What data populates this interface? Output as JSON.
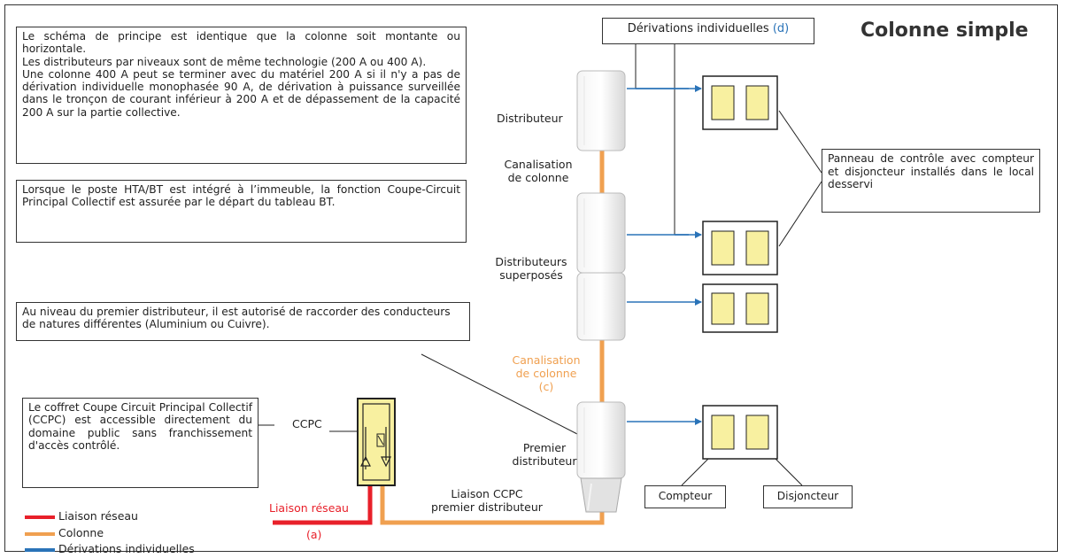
{
  "title": "Colonne simple",
  "notes": {
    "principle": "Le schéma de principe est identique que la colonne soit montante ou horizontale.\nLes distributeurs par niveaux sont de même technologie (200 A ou 400 A).\nUne colonne 400 A peut se terminer avec du matériel 200 A si il n'y a pas de dérivation individuelle monophasée 90 A, de dérivation à puissance surveillée dans le tronçon de courant inférieur à 200 A et de dépassement de la capacité 200 A sur la partie collective.",
    "hta": "Lorsque le poste HTA/BT est intégré à l’immeuble, la fonction Coupe-Circuit Principal Collectif est assurée par le départ du tableau BT.",
    "first_distributor": "Au niveau du premier distributeur, il est autorisé de raccorder des conducteurs de natures différentes (Aluminium ou Cuivre).",
    "ccpc": "Le coffret Coupe Circuit Principal Collectif (CCPC) est accessible directement du domaine public sans franchissement d'accès contrôlé."
  },
  "labels": {
    "derivations_text": "Dérivations individuelles",
    "derivations_ref": "(d)",
    "distributeur": "Distributeur",
    "canalisation_top": "Canalisation\nde colonne",
    "distributeurs_superposes": "Distributeurs\nsuperposés",
    "canalisation_mid": "Canalisation\nde colonne\n(c)",
    "premier_distributeur": "Premier\ndistributeur",
    "ccpc": "CCPC",
    "liaison_ccpc": "Liaison CCPC\npremier distributeur",
    "liaison_reseau": "Liaison réseau",
    "liaison_reseau_ref": "(a)",
    "panneau": "Panneau de contrôle avec compteur et disjoncteur installés dans le local desservi",
    "compteur": "Compteur",
    "disjoncteur": "Disjoncteur"
  },
  "legend": [
    {
      "label": "Liaison réseau",
      "color": "#e8202a"
    },
    {
      "label": "Colonne",
      "color": "#f0a050"
    },
    {
      "label": "Dérivations individuelles",
      "color": "#2a73b8"
    }
  ],
  "colors": {
    "reseau": "#e8202a",
    "colonne": "#f0a050",
    "derivation": "#2a73b8",
    "meter_fill": "#f8f0a0",
    "ccpc_fill": "#f8f0a0",
    "ref_blue": "#2a73b8"
  }
}
